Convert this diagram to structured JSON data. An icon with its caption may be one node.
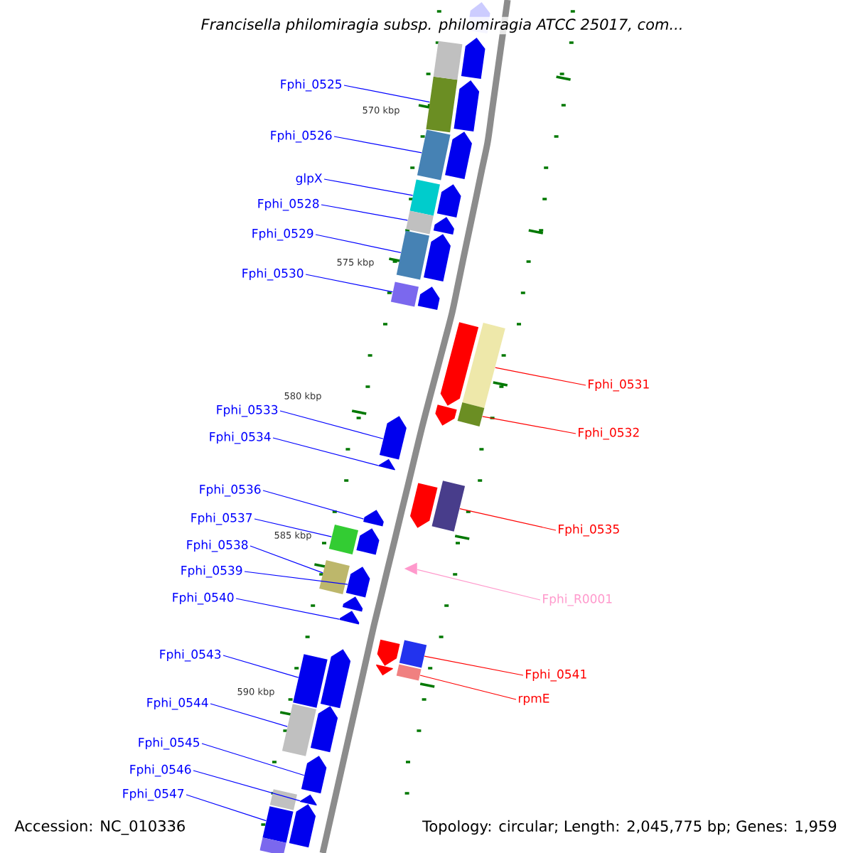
{
  "diagram": {
    "title": "Francisella philomiragia subsp. philomiragia ATCC 25017, com...",
    "nodes": [
      {
        "text": [
          "Fphi_0525"
        ]
      },
      {
        "text": [
          "Fphi_0526"
        ]
      },
      {
        "text": [
          "glpX"
        ]
      },
      {
        "text": [
          "Fphi_0528"
        ]
      },
      {
        "text": [
          "Fphi_0529"
        ]
      },
      {
        "text": [
          "Fphi_0530"
        ]
      },
      {
        "text": [
          "Fphi_0533"
        ]
      },
      {
        "text": [
          "Fphi_0534"
        ]
      },
      {
        "text": [
          "Fphi_0536"
        ]
      },
      {
        "text": [
          "Fphi_0537"
        ]
      },
      {
        "text": [
          "Fphi_0538"
        ]
      },
      {
        "text": [
          "Fphi_0539"
        ]
      },
      {
        "text": [
          "Fphi_0540"
        ]
      },
      {
        "text": [
          "Fphi_0543"
        ]
      },
      {
        "text": [
          "Fphi_0544"
        ]
      },
      {
        "text": [
          "Fphi_0545"
        ]
      },
      {
        "text": [
          "Fphi_0546"
        ]
      },
      {
        "text": [
          "Fphi_0547"
        ]
      },
      {
        "text": [
          "Fphi_0531"
        ]
      },
      {
        "text": [
          "Fphi_0532"
        ]
      },
      {
        "text": [
          "Fphi_0535"
        ]
      },
      {
        "text": [
          "Fphi_R0001"
        ]
      },
      {
        "text": [
          "Fphi_0541"
        ]
      },
      {
        "text": [
          "rpmE"
        ]
      },
      {
        "text": [],
        "shape": "box"
      },
      {
        "text": [],
        "shape": "box"
      },
      {
        "text": [],
        "shape": "box"
      },
      {
        "text": [],
        "shape": "box"
      },
      {
        "text": [],
        "shape": "box"
      },
      {
        "text": [],
        "shape": "box"
      },
      {
        "text": [],
        "shape": "arrow"
      },
      {
        "text": [],
        "shape": "arrow"
      },
      {
        "text": [],
        "shape": "arrow"
      },
      {
        "text": [],
        "shape": "box"
      },
      {
        "text": [],
        "shape": "box"
      },
      {
        "text": [],
        "shape": "arrow"
      },
      {
        "text": [],
        "shape": "arrow"
      },
      {
        "text": [],
        "shape": "box"
      },
      {
        "text": [],
        "shape": "box"
      },
      {
        "text": [],
        "shape": "arrow"
      },
      {
        "text": [],
        "shape": "arrow"
      },
      {
        "text": [],
        "shape": "box"
      },
      {
        "text": [],
        "shape": "box"
      },
      {
        "text": [],
        "shape": "box"
      },
      {
        "text": [],
        "shape": "box"
      },
      {
        "text": [],
        "shape": "triangle"
      },
      {
        "text": [],
        "shape": "box"
      },
      {
        "text": [],
        "shape": "box"
      },
      {
        "text": [],
        "shape": "arrow"
      },
      {
        "text": [],
        "shape": "arrow"
      },
      {
        "text": [],
        "shape": "arrow"
      },
      {
        "text": [],
        "shape": "arrow"
      },
      {
        "text": [],
        "shape": "arrow"
      },
      {
        "text": [],
        "shape": "arrow"
      },
      {
        "text": [],
        "shape": "arrow"
      },
      {
        "text": [],
        "shape": "arrow"
      },
      {
        "text": [],
        "shape": "arrow"
      },
      {
        "text": [],
        "shape": "arrow"
      },
      {
        "text": [],
        "shape": "arrow"
      },
      {
        "text": [],
        "shape": "arrow"
      },
      {
        "text": [],
        "shape": "arrow"
      },
      {
        "text": [],
        "shape": "box"
      },
      {
        "text": [],
        "shape": "box"
      },
      {
        "text": [],
        "shape": "box"
      },
      {
        "text": [],
        "shape": "arrow"
      },
      {
        "text": [],
        "shape": "arrow"
      },
      {
        "text": [],
        "shape": "arrow"
      },
      {
        "text": [],
        "shape": "arrow"
      },
      {
        "text": [],
        "shape": "arrow"
      }
    ],
    "edges": [
      {
        "from": 0,
        "to": 24,
        "arrow": "none"
      },
      {
        "from": 1,
        "to": 25,
        "arrow": "none"
      },
      {
        "from": 2,
        "to": 26,
        "arrow": "none"
      },
      {
        "from": 3,
        "to": 27,
        "arrow": "none"
      },
      {
        "from": 4,
        "to": 28,
        "arrow": "none"
      },
      {
        "from": 5,
        "to": 29,
        "arrow": "none"
      },
      {
        "from": 6,
        "to": 30,
        "arrow": "none"
      },
      {
        "from": 7,
        "to": 31,
        "arrow": "none"
      },
      {
        "from": 8,
        "to": 32,
        "arrow": "none"
      },
      {
        "from": 9,
        "to": 33,
        "arrow": "none"
      },
      {
        "from": 10,
        "to": 34,
        "arrow": "none"
      },
      {
        "from": 11,
        "to": 35,
        "arrow": "none"
      },
      {
        "from": 12,
        "to": 36,
        "arrow": "none"
      },
      {
        "from": 13,
        "to": 37,
        "arrow": "none"
      },
      {
        "from": 14,
        "to": 38,
        "arrow": "none"
      },
      {
        "from": 15,
        "to": 39,
        "arrow": "none"
      },
      {
        "from": 16,
        "to": 40,
        "arrow": "none"
      },
      {
        "from": 17,
        "to": 41,
        "arrow": "none"
      },
      {
        "from": 18,
        "to": 42,
        "arrow": "none",
        "color": "#ff0000"
      },
      {
        "from": 19,
        "to": 43,
        "arrow": "none",
        "color": "#ff0000"
      },
      {
        "from": 20,
        "to": 44,
        "arrow": "none",
        "color": "#ff0000"
      },
      {
        "from": 21,
        "to": 45,
        "arrow": "none",
        "color": "#ff99cc"
      },
      {
        "from": 22,
        "to": 46,
        "arrow": "none",
        "color": "#ff0000"
      },
      {
        "from": 23,
        "to": 47,
        "arrow": "none",
        "color": "#ff0000"
      }
    ],
    "labels": [
      "570 kbp",
      "575 kbp",
      "580 kbp",
      "585 kbp",
      "590 kbp",
      "Accession: NC_010336",
      "Topology: circular; Length: 2,045,775 bp; Genes: 1,959"
    ]
  }
}
